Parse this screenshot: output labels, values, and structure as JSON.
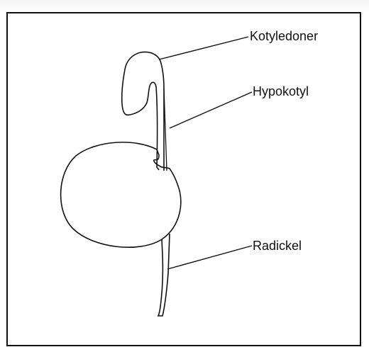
{
  "diagram": {
    "labels": {
      "kotyledoner": "Kotyledoner",
      "hypokotyl": "Hypokotyl",
      "radickel": "Radickel"
    }
  }
}
